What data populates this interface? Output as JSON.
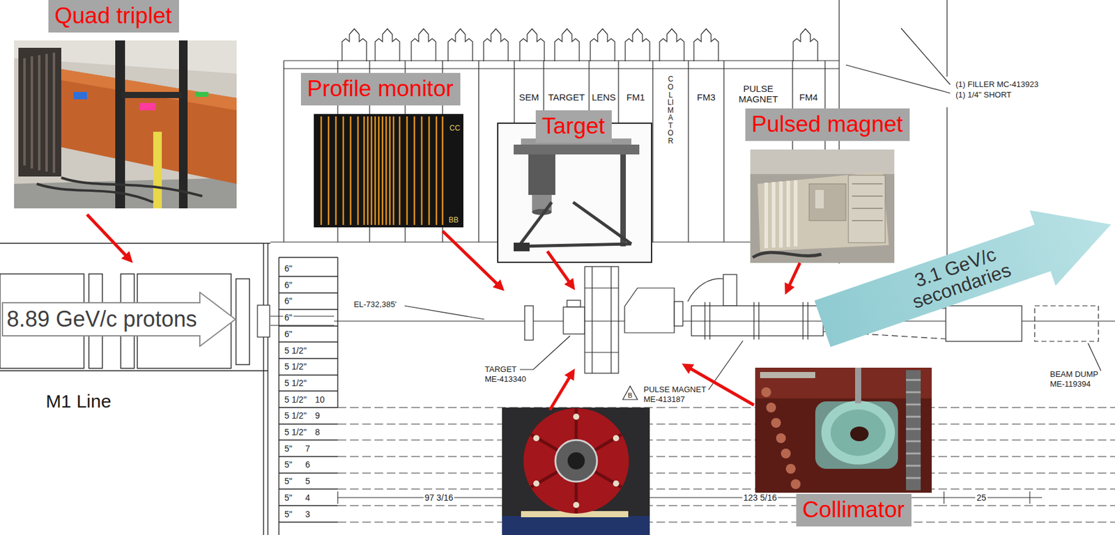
{
  "diagram": {
    "nodes": [
      {
        "text": [
          "Quad triplet"
        ]
      },
      {
        "text": [
          "Profile monitor"
        ]
      },
      {
        "text": [
          "Target"
        ]
      },
      {
        "text": [
          "Pulsed magnet"
        ]
      },
      {
        "text": [
          "Collimator"
        ]
      },
      {
        "text": [
          "8.89 GeV/c protons"
        ]
      },
      {
        "text": [
          "3.1 GeV/c secondaries"
        ]
      }
    ],
    "labels": [
      "SEM",
      "TARGET",
      "LENS",
      "FM1",
      "COLLIMATOR",
      "FM3",
      "PULSE MAGNET",
      "FM4",
      "(1) FILLER MC-413923",
      "(1) 1/4\" SHORT",
      "CC",
      "BB",
      "EL-732,385'",
      "6\"",
      "6\"",
      "6\"",
      "6\"",
      "6\"",
      "5 1/2\"",
      "5 1/2\"",
      "5 1/2\"",
      "5 1/2\"",
      "10",
      "5 1/2\"",
      "9",
      "5 1/2\"",
      "8",
      "5\"",
      "7",
      "5\"",
      "6",
      "5\"",
      "5",
      "5\"",
      "4",
      "5\"",
      "3",
      "TARGET",
      "ME-413340",
      "B",
      "PULSE MAGNET",
      "ME-413187",
      "BEAM DUMP",
      "ME-119394",
      "97 3/16",
      "123 5/16",
      "25",
      "M1 Line"
    ]
  }
}
